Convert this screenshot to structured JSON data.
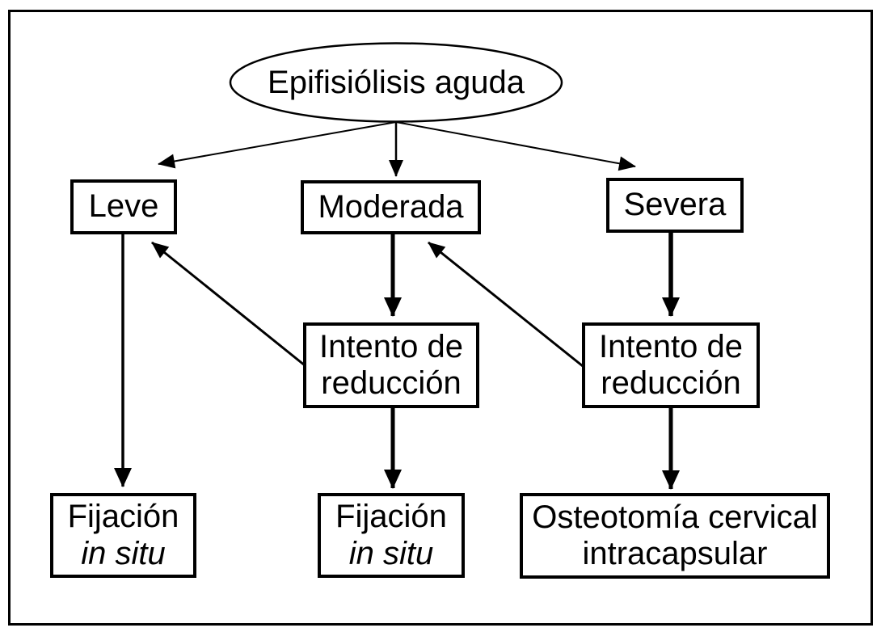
{
  "figure": {
    "background_color": "#ffffff",
    "line_color": "#000000",
    "text_color": "#000000"
  },
  "diagram": {
    "root": {
      "label": "Epifisiólisis aguda",
      "shape": "ellipse"
    },
    "severity": {
      "leve": {
        "label": "Leve"
      },
      "moderada": {
        "label": "Moderada"
      },
      "severa": {
        "label": "Severa"
      }
    },
    "intermediate": {
      "intento_moderada": {
        "line1": "Intento de",
        "line2": "reducción"
      },
      "intento_severa": {
        "line1": "Intento de",
        "line2": "reducción"
      }
    },
    "outcomes": {
      "fijacion_leve": {
        "line1": "Fijación",
        "line2": "in situ",
        "line2_style": "italic"
      },
      "fijacion_moderada": {
        "line1": "Fijación",
        "line2": "in situ",
        "line2_style": "italic"
      },
      "osteotomia": {
        "line1": "Osteotomía cervical",
        "line2": "intracapsular",
        "line2_style": "normal"
      }
    },
    "edges": [
      {
        "from": "root",
        "to": "leve"
      },
      {
        "from": "root",
        "to": "moderada"
      },
      {
        "from": "root",
        "to": "severa"
      },
      {
        "from": "leve",
        "to": "fijacion_leve"
      },
      {
        "from": "moderada",
        "to": "intento_moderada"
      },
      {
        "from": "intento_moderada",
        "to": "fijacion_moderada"
      },
      {
        "from": "intento_moderada",
        "to": "leve"
      },
      {
        "from": "severa",
        "to": "intento_severa"
      },
      {
        "from": "intento_severa",
        "to": "osteotomia"
      },
      {
        "from": "intento_severa",
        "to": "moderada"
      }
    ]
  }
}
